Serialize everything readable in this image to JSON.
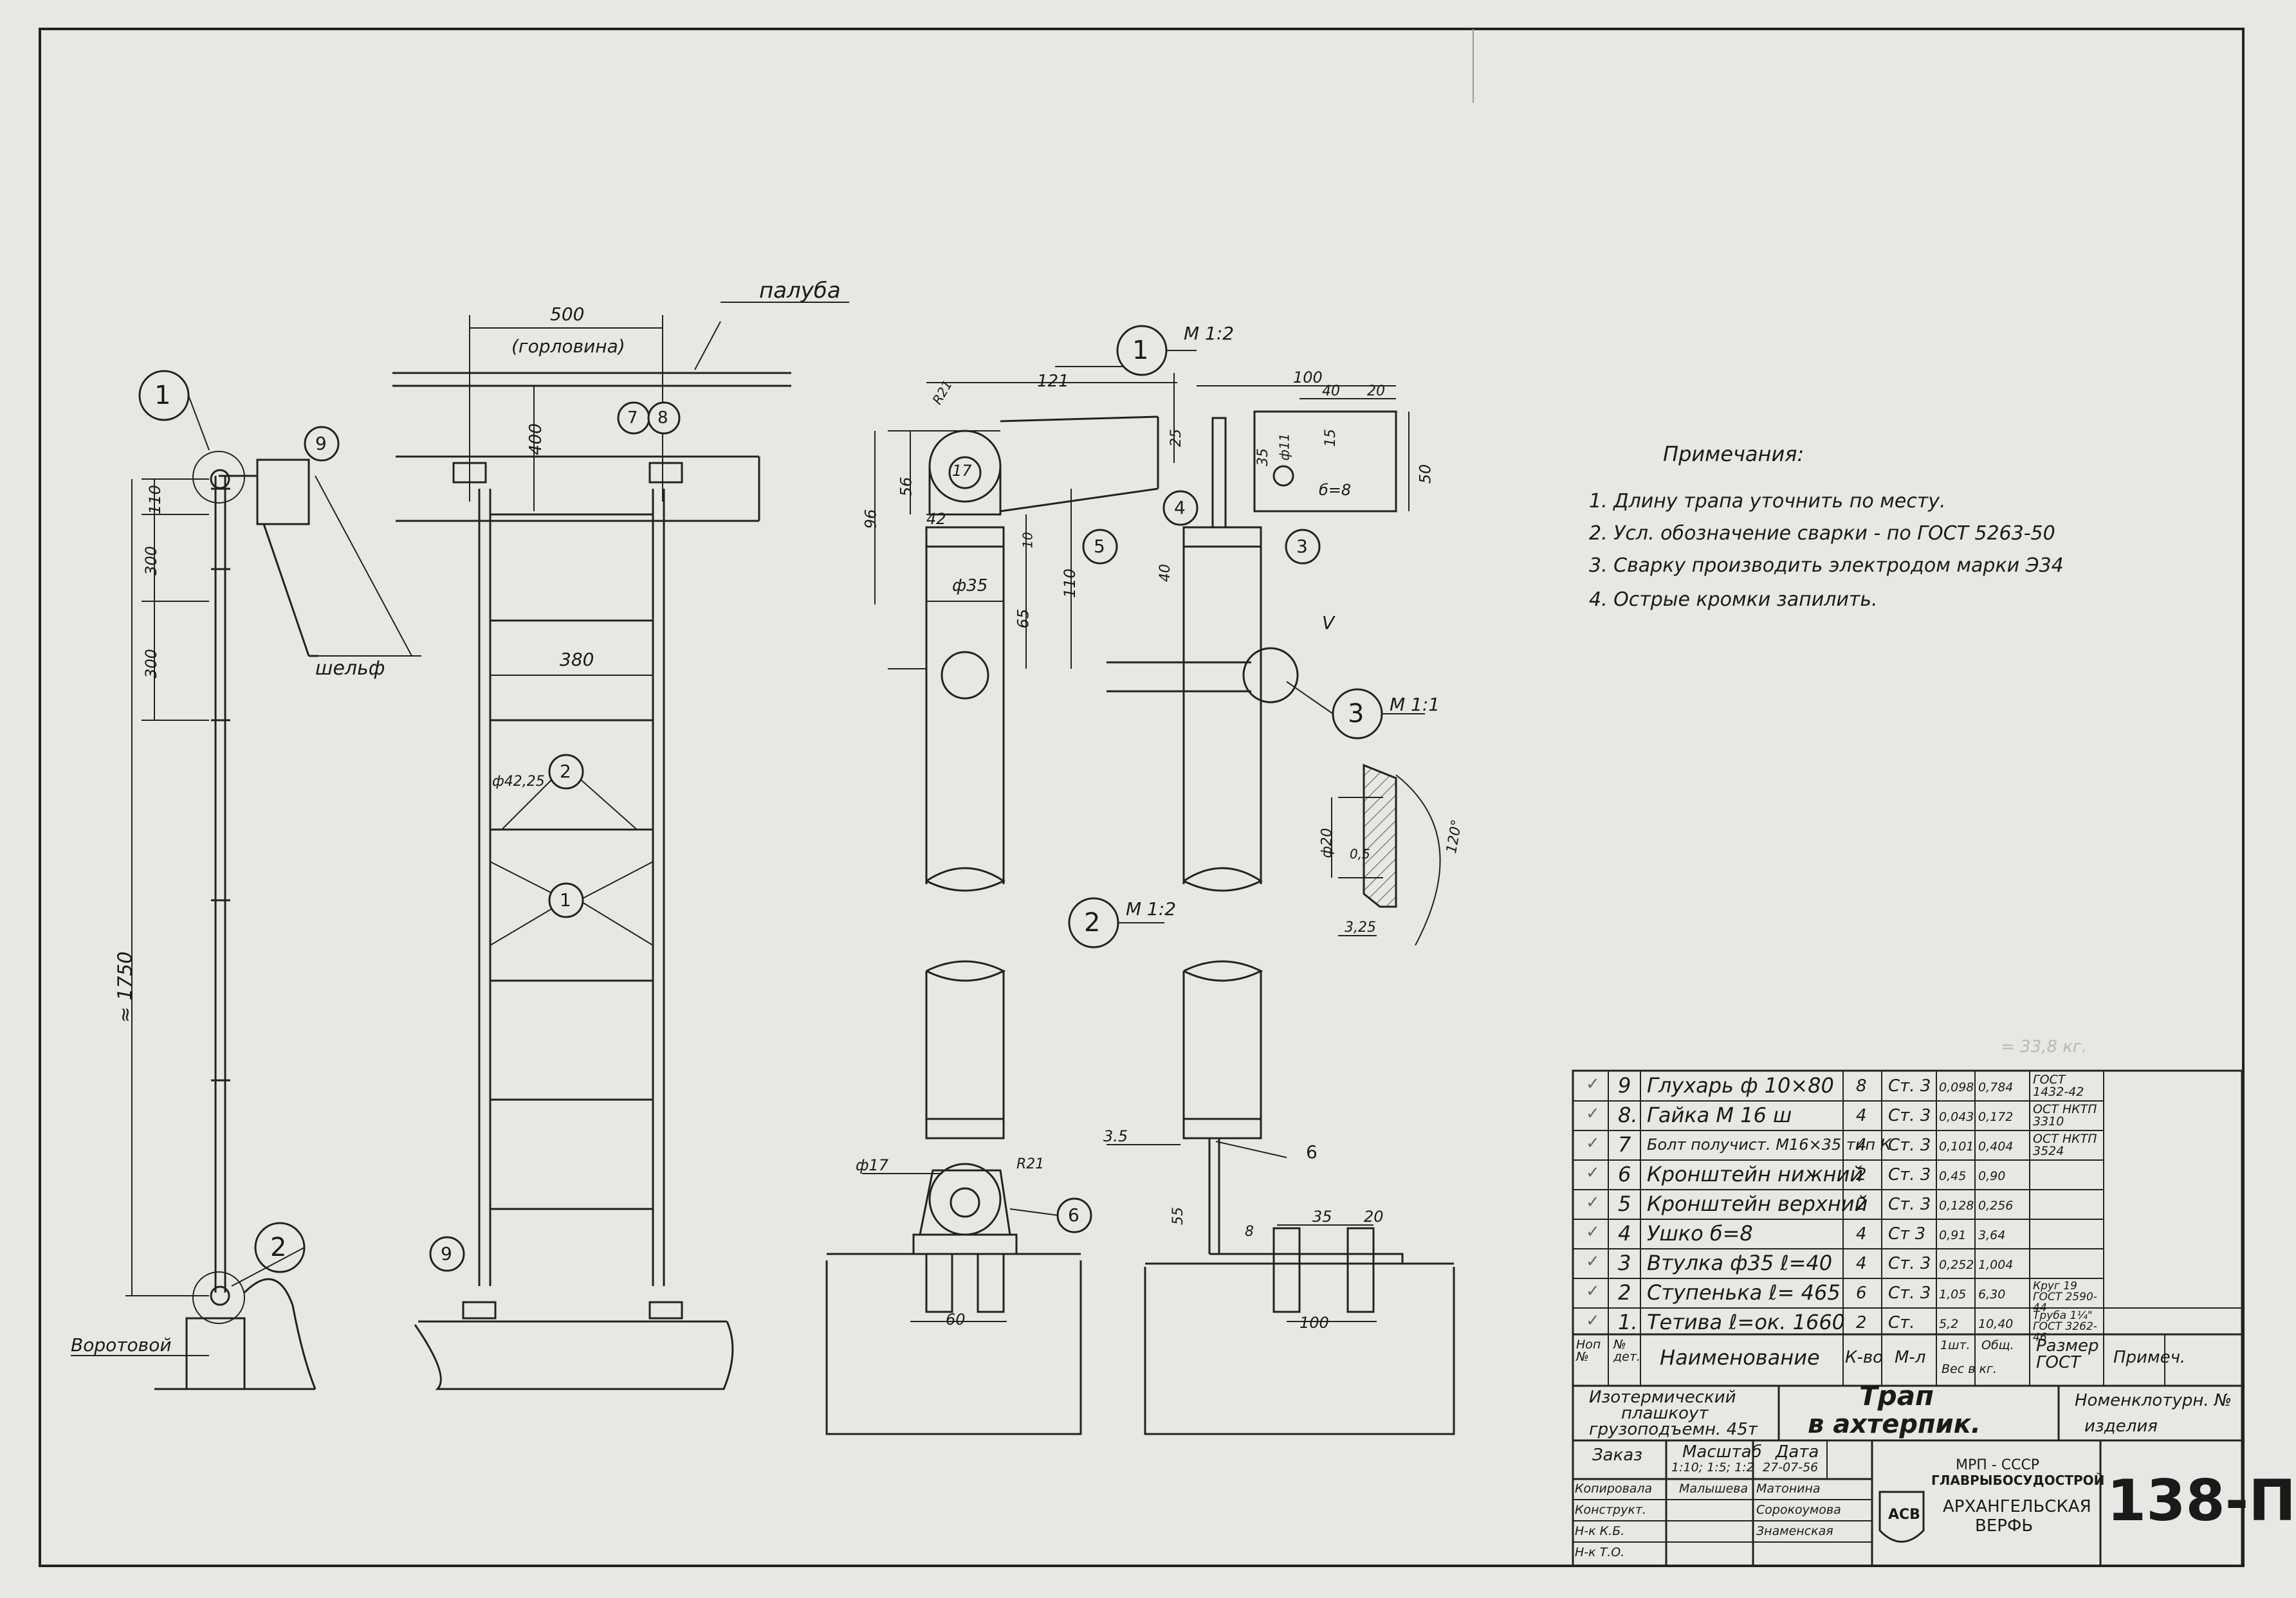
{
  "notes": {
    "title": "Примечания:",
    "items": [
      "1. Длину трапа уточнить по месту.",
      "2. Усл. обозначение сварки - по ГОСТ 5263-50",
      "3. Сварку производить электродом марки Э34",
      "4. Острые кромки запилить."
    ]
  },
  "drawing_labels": {
    "paluba": "палуба",
    "shelf": "шельф",
    "vorotovoy": "Воротовой",
    "gorlovina": "(горловина)",
    "d500": "500",
    "d400": "400",
    "d380": "380",
    "d1750": "≈ 1750",
    "d110a": "110",
    "d300a": "300",
    "d300b": "300",
    "phi4225": "ф42,25",
    "d121": "121",
    "r21a": "R21",
    "d96": "96",
    "d56": "56",
    "d17a": "17",
    "d42": "42",
    "phi35": "ф35",
    "d65": "65",
    "d110b": "110",
    "d10": "10",
    "d100a": "100",
    "d40a": "40",
    "d20a": "20",
    "d25": "25",
    "d35a": "35",
    "phi11": "ф11",
    "d15": "15",
    "b8": "б=8",
    "d50": "50",
    "d40b": "40",
    "V": "V",
    "phi20": "ф20",
    "d05": "0,5",
    "d325": "3,25",
    "a120": "120°",
    "phi17": "ф17",
    "r21b": "R21",
    "d60": "60",
    "d35b": "3.5",
    "d55": "55",
    "d8": "8",
    "d35c": "35",
    "d20b": "20",
    "d100b": "100",
    "weight": "= 33,8 кг."
  },
  "callouts": {
    "c1": "1",
    "c2": "2",
    "c3": "3",
    "c4": "4",
    "c5": "5",
    "c6": "6",
    "c7": "7",
    "c8": "8",
    "c9": "9",
    "scale1": "М 1:2",
    "scale2": "М 1:2",
    "scale3": "М 1:1"
  },
  "bom": {
    "rows": [
      {
        "mark": "✓",
        "pos": "9",
        "name": "Глухарь ф 10×80",
        "qty": "8",
        "mat": "Ст. 3",
        "w1": "0,098",
        "w2": "0,784",
        "size": "ГОСТ 1432-42"
      },
      {
        "mark": "✓",
        "pos": "8.",
        "name": "Гайка   М 16 ш",
        "qty": "4",
        "mat": "Ст. 3",
        "w1": "0,043",
        "w2": "0,172",
        "size": "ОСТ НКТП 3310"
      },
      {
        "mark": "✓",
        "pos": "7",
        "name": "Болт получист. М16×35 тип К",
        "qty": "4",
        "mat": "Ст. 3",
        "w1": "0,101",
        "w2": "0,404",
        "size": "ОСТ НКТП 3524"
      },
      {
        "mark": "✓",
        "pos": "6",
        "name": "Кронштейн нижний",
        "qty": "2",
        "mat": "Ст. 3",
        "w1": "0,45",
        "w2": "0,90",
        "size": ""
      },
      {
        "mark": "✓",
        "pos": "5",
        "name": "Кронштейн верхний",
        "qty": "2",
        "mat": "Ст. 3",
        "w1": "0,128",
        "w2": "0,256",
        "size": ""
      },
      {
        "mark": "✓",
        "pos": "4",
        "name": "Ушко б=8",
        "qty": "4",
        "mat": "Ст 3",
        "w1": "0,91",
        "w2": "3,64",
        "size": ""
      },
      {
        "mark": "✓",
        "pos": "3",
        "name": "Втулка ф35 ℓ=40",
        "qty": "4",
        "mat": "Ст. 3",
        "w1": "0,252",
        "w2": "1,004",
        "size": ""
      },
      {
        "mark": "✓",
        "pos": "2",
        "name": "Ступенька ℓ= 465",
        "qty": "6",
        "mat": "Ст. 3",
        "w1": "1,05",
        "w2": "6,30",
        "size": "Круг 19 ГОСТ 2590-44"
      },
      {
        "mark": "✓",
        "pos": "1.",
        "name": "Тетива ℓ=ок. 1660",
        "qty": "2",
        "mat": "Ст.",
        "w1": "5,2",
        "w2": "10,40",
        "size": "Труба 1¼\" ГОСТ 3262-46"
      }
    ],
    "header": {
      "pos": "Ноп №",
      "det": "№ дет.",
      "name": "Наименование",
      "qty": "К-во",
      "mat": "М-л",
      "w1": "1шт.",
      "w2": "Общ.",
      "weight": "Вес в кг.",
      "size": "Размер ГОСТ",
      "note": "Примеч."
    }
  },
  "title_block": {
    "left_desc": [
      "Изотермический",
      "плашкоут",
      "грузоподъемн. 45т"
    ],
    "title": [
      "Трап",
      "в ахтерпик."
    ],
    "nomen": [
      "Номенклотурн. №",
      "изделия"
    ],
    "zakaz": "Заказ",
    "masshtab_label": "Масштаб",
    "masshtab": "1:10; 1:5; 1:2",
    "data_label": "Дата",
    "data": "27-07-56",
    "roles": [
      "Копировала",
      "Конструкт.",
      "Н-к К.Б.",
      "Н-к Т.О."
    ],
    "names": [
      "Малышева",
      "Сорокоумова",
      "Знаменская"
    ],
    "signs": [
      "Матонина",
      "Сорокоумова",
      "Знаменская"
    ],
    "org": [
      "МРП - СССР",
      "ГЛАВРЫБОСУДОСТРОЙ",
      "АРХАНГЕЛЬСКАЯ",
      "ВЕРФЬ"
    ],
    "logo": "АСВ",
    "drawing_no": "138-П"
  }
}
